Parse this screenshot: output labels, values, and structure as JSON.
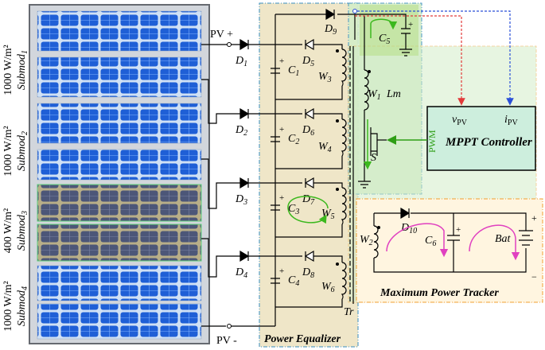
{
  "colors": {
    "panel_blue": "#1f5fd6",
    "panel_shaded": "#4c5678",
    "equalizer_bg": "#efe6c8",
    "mppt_box": "#cdeedd",
    "tracker_bg": "#fff5e0",
    "green_zone": "#d4edc9",
    "wire": "#000000",
    "red_signal": "#e23a3a",
    "blue_signal": "#2a4fd8",
    "magenta_loop": "#e040c0",
    "green_loop": "#3cb81e"
  },
  "submodules": [
    {
      "irradiance": "1000 W/m²",
      "name_base": "Submod",
      "name_sub": "1",
      "shaded": false
    },
    {
      "irradiance": "1000 W/m²",
      "name_base": "Submod",
      "name_sub": "2",
      "shaded": false
    },
    {
      "irradiance": "400 W/m²",
      "name_base": "Submod",
      "name_sub": "3",
      "shaded": true
    },
    {
      "irradiance": "1000 W/m²",
      "name_base": "Submod",
      "name_sub": "4",
      "shaded": false
    }
  ],
  "terminals": {
    "pv_plus": "PV +",
    "pv_minus": "PV -"
  },
  "diodes": {
    "input": [
      {
        "base": "D",
        "sub": "1"
      },
      {
        "base": "D",
        "sub": "2"
      },
      {
        "base": "D",
        "sub": "3"
      },
      {
        "base": "D",
        "sub": "4"
      }
    ],
    "output": [
      {
        "base": "D",
        "sub": "5"
      },
      {
        "base": "D",
        "sub": "6"
      },
      {
        "base": "D",
        "sub": "7"
      },
      {
        "base": "D",
        "sub": "8"
      }
    ],
    "top": {
      "base": "D",
      "sub": "9"
    },
    "tracker": {
      "base": "D",
      "sub": "10"
    }
  },
  "capacitors": {
    "cells": [
      {
        "base": "C",
        "sub": "1"
      },
      {
        "base": "C",
        "sub": "2"
      },
      {
        "base": "C",
        "sub": "3"
      },
      {
        "base": "C",
        "sub": "4"
      }
    ],
    "top": {
      "base": "C",
      "sub": "5"
    },
    "tracker": {
      "base": "C",
      "sub": "6"
    }
  },
  "windings": {
    "cells": [
      {
        "base": "W",
        "sub": "3"
      },
      {
        "base": "W",
        "sub": "4"
      },
      {
        "base": "W",
        "sub": "5"
      },
      {
        "base": "W",
        "sub": "6"
      }
    ],
    "primary": {
      "base": "W",
      "sub": "1"
    },
    "tracker": {
      "base": "W",
      "sub": "2"
    }
  },
  "labels": {
    "lm": "Lm",
    "switch": "S",
    "transformer": "Tr",
    "battery": "Bat",
    "power_equalizer": "Power Equalizer",
    "mppt_controller": "MPPT Controller",
    "pwm": "PWM",
    "v_pv_base": "v",
    "i_pv_base": "i",
    "pv_sub": "PV",
    "maximum_power_tracker": "Maximum Power Tracker",
    "plus": "+",
    "minus": "−"
  }
}
